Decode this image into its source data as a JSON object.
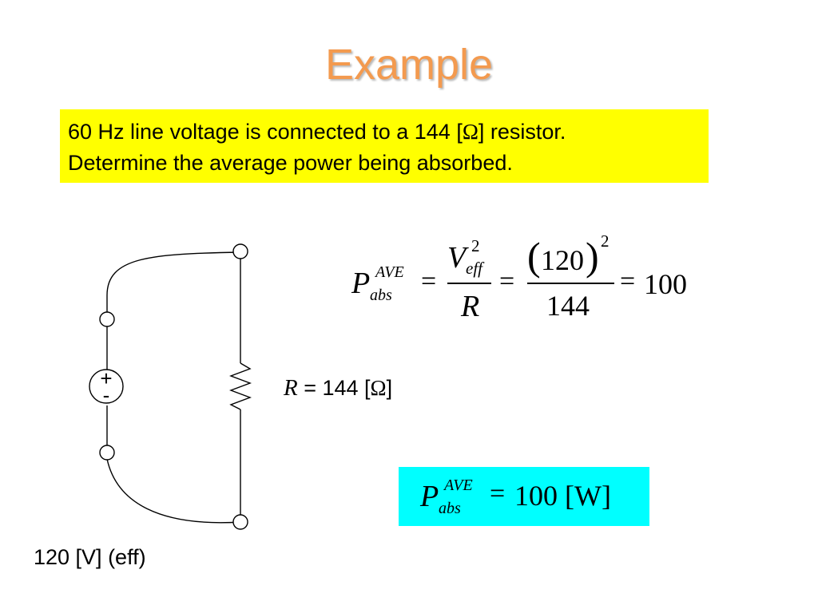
{
  "slide": {
    "title": "Example",
    "problem": {
      "line1_before": "60 Hz line voltage is connected to a 144 [",
      "line1_symbol": "Ω",
      "line1_after": "] resistor.",
      "line2": "Determine the average power being absorbed."
    },
    "circuit": {
      "source_plus": "+",
      "source_minus": "-",
      "resistor_label": {
        "variable": "R",
        "text_before": " = 144 [",
        "symbol": "Ω",
        "text_after": "]"
      },
      "voltage_label": "120 [V] (eff)"
    },
    "equation": {
      "P": "P",
      "sup": "AVE",
      "sub": "abs",
      "eq1": "=",
      "V": "V",
      "V_sub": "eff",
      "V_exp": "2",
      "R": "R",
      "eq2": "=",
      "num": "120",
      "num_exp": "2",
      "den": "144",
      "eq3": "=",
      "result": "100"
    },
    "answer": {
      "P": "P",
      "sup": "AVE",
      "sub": "abs",
      "eq": "=",
      "value": "100 [W]"
    }
  }
}
